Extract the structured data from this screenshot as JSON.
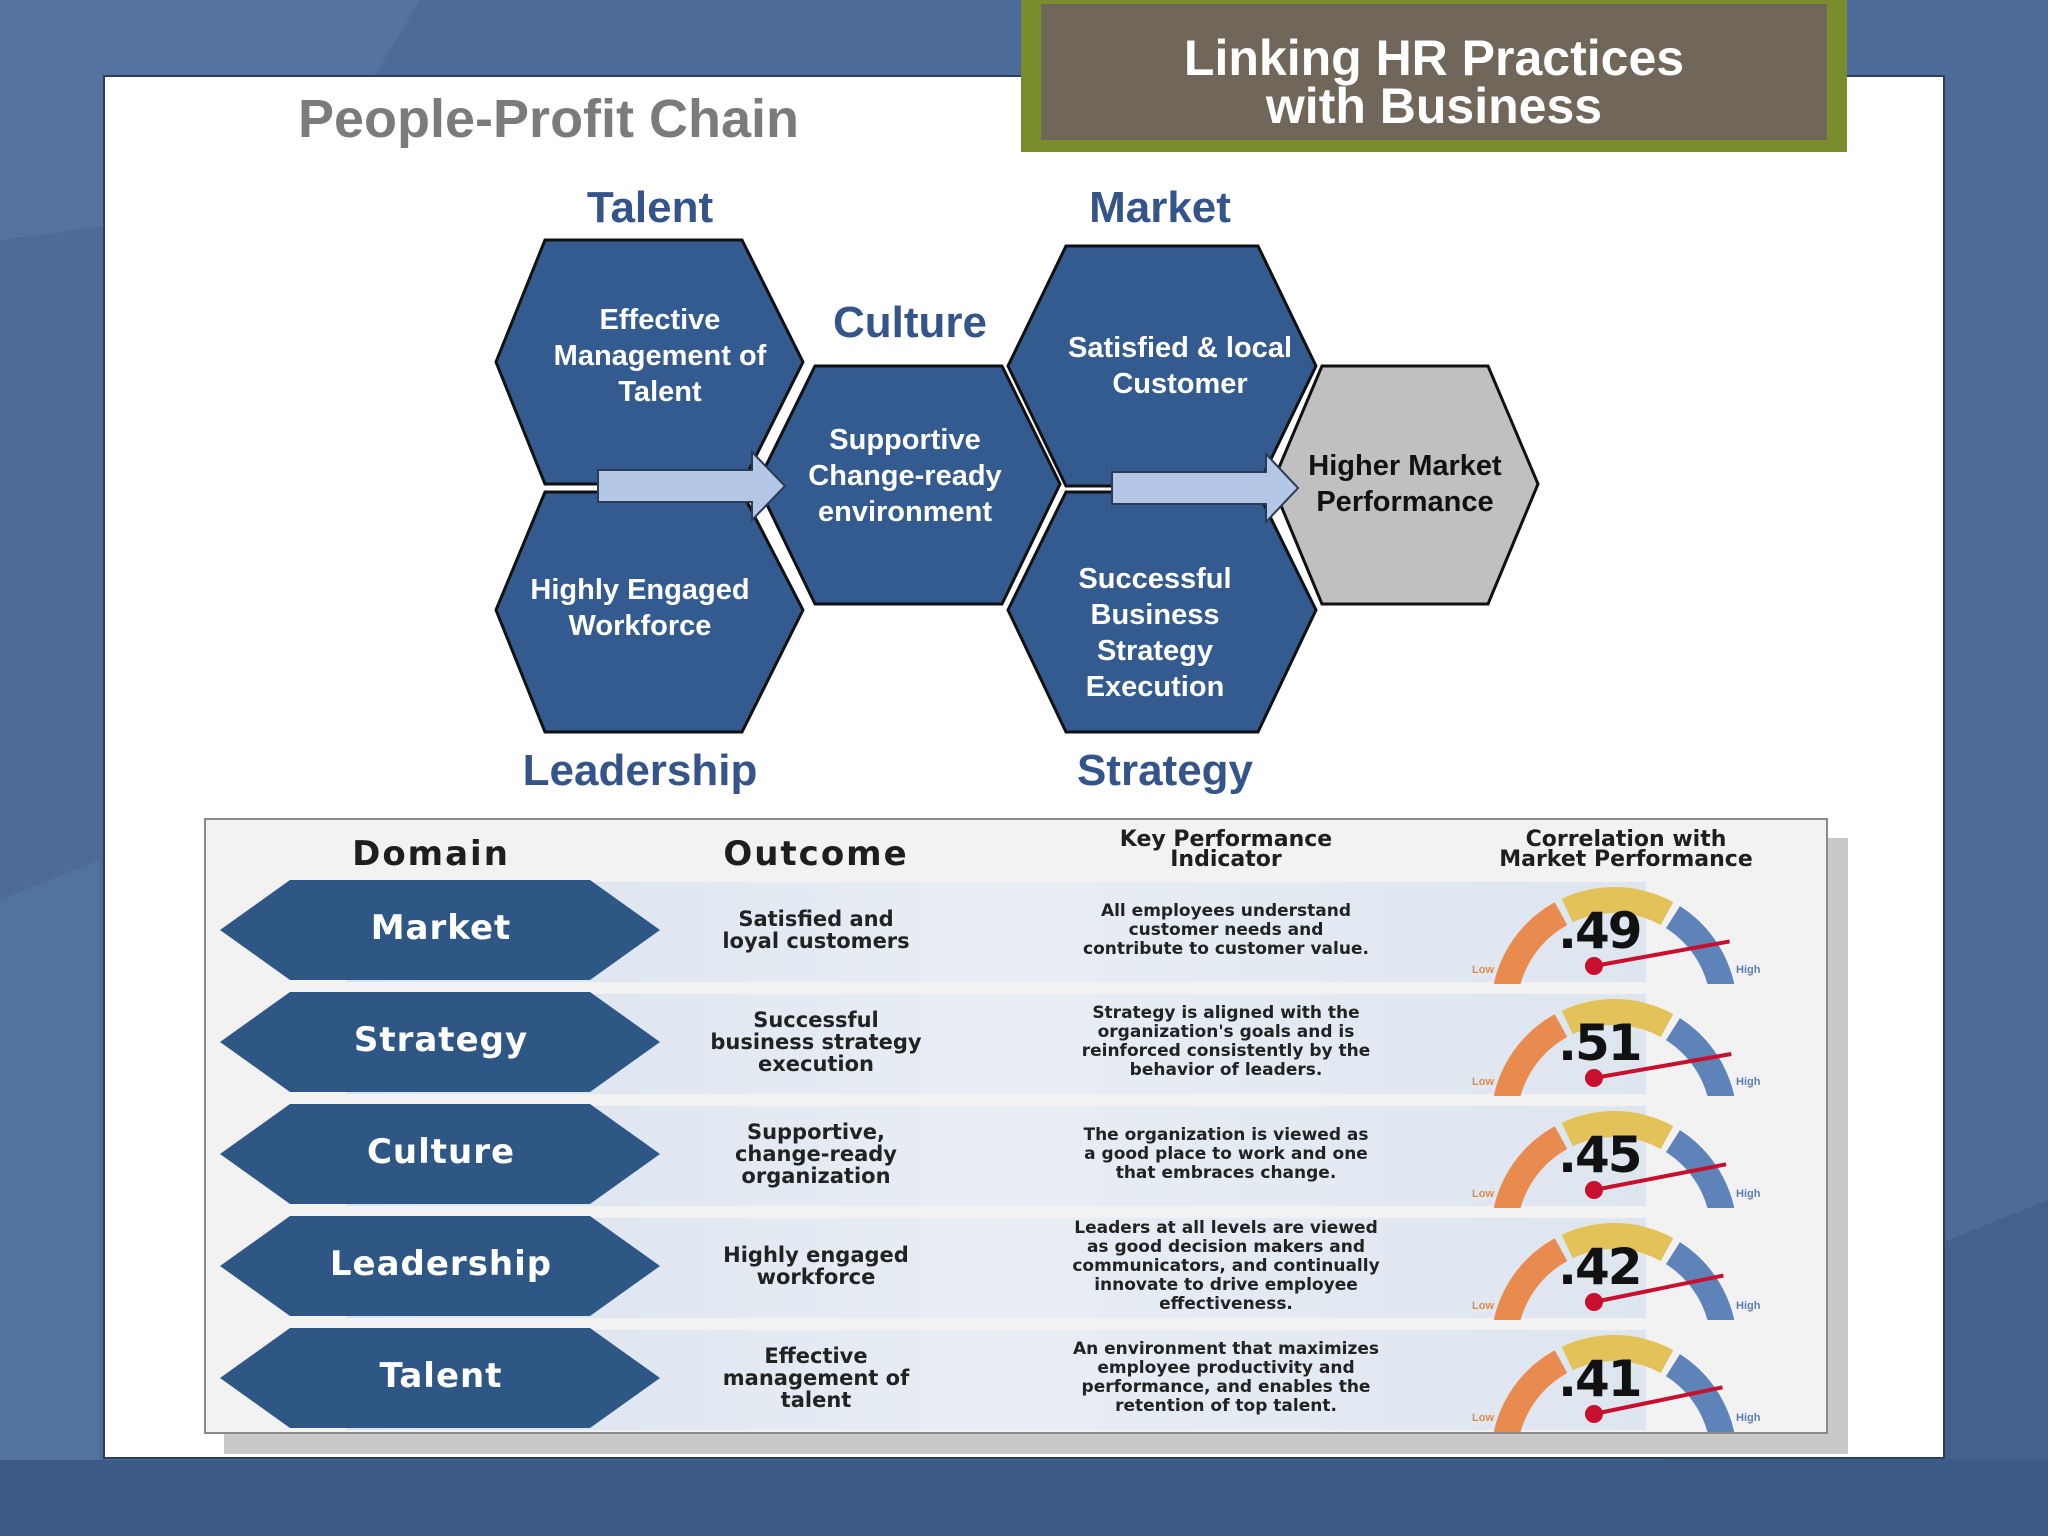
{
  "slide": {
    "title_line1": "Linking HR Practices",
    "title_line2": "with Business",
    "subtitle": "People-Profit Chain"
  },
  "chain": {
    "headings": {
      "talent": "Talent",
      "culture": "Culture",
      "market": "Market",
      "leadership": "Leadership",
      "strategy": "Strategy"
    },
    "hexagons": {
      "talent_line1": "Effective",
      "talent_line2": "Management of",
      "talent_line3": "Talent",
      "leadership_line1": "Highly Engaged",
      "leadership_line2": "Workforce",
      "culture_line1": "Supportive",
      "culture_line2": "Change-ready",
      "culture_line3": "environment",
      "market_line1": "Satisfied & local",
      "market_line2": "Customer",
      "strategy_line1": "Successful",
      "strategy_line2": "Business",
      "strategy_line3": "Strategy",
      "strategy_line4": "Execution",
      "result_line1": "Higher Market",
      "result_line2": "Performance"
    },
    "colors": {
      "hex_fill": "#335b8f",
      "result_fill": "#c0c0c0",
      "arrow_fill": "#b4c7e7"
    }
  },
  "table": {
    "headers": {
      "domain": "Domain",
      "outcome": "Outcome",
      "kpi_line1": "Key Performance",
      "kpi_line2": "Indicator",
      "corr_line1": "Correlation with",
      "corr_line2": "Market Performance"
    },
    "gauge_low": "Low",
    "gauge_high": "High",
    "rows": [
      {
        "domain": "Market",
        "outcome_l1": "Satisfied and",
        "outcome_l2": "loyal customers",
        "outcome_l3": "",
        "kpi_l1": "All employees understand",
        "kpi_l2": "customer needs and",
        "kpi_l3": "contribute to customer value.",
        "kpi_l4": "",
        "kpi_l5": "",
        "value": ".49",
        "level": 0.49
      },
      {
        "domain": "Strategy",
        "outcome_l1": "Successful",
        "outcome_l2": "business strategy",
        "outcome_l3": "execution",
        "kpi_l1": "Strategy is aligned with the",
        "kpi_l2": "organization's goals and is",
        "kpi_l3": "reinforced consistently by the",
        "kpi_l4": "behavior of leaders.",
        "kpi_l5": "",
        "value": ".51",
        "level": 0.51
      },
      {
        "domain": "Culture",
        "outcome_l1": "Supportive,",
        "outcome_l2": "change-ready",
        "outcome_l3": "organization",
        "kpi_l1": "The organization is viewed as",
        "kpi_l2": "a good place to work and one",
        "kpi_l3": "that embraces change.",
        "kpi_l4": "",
        "kpi_l5": "",
        "value": ".45",
        "level": 0.45
      },
      {
        "domain": "Leadership",
        "outcome_l1": "Highly engaged",
        "outcome_l2": "workforce",
        "outcome_l3": "",
        "kpi_l1": "Leaders at all levels are viewed",
        "kpi_l2": "as good decision makers and",
        "kpi_l3": "communicators, and continually",
        "kpi_l4": "innovate to drive employee",
        "kpi_l5": "effectiveness.",
        "value": ".42",
        "level": 0.42
      },
      {
        "domain": "Talent",
        "outcome_l1": "Effective",
        "outcome_l2": "management of",
        "outcome_l3": "talent",
        "kpi_l1": "An environment that maximizes",
        "kpi_l2": "employee productivity and",
        "kpi_l3": "performance, and enables the",
        "kpi_l4": "retention of top talent.",
        "kpi_l5": "",
        "value": ".41",
        "level": 0.41
      }
    ]
  }
}
